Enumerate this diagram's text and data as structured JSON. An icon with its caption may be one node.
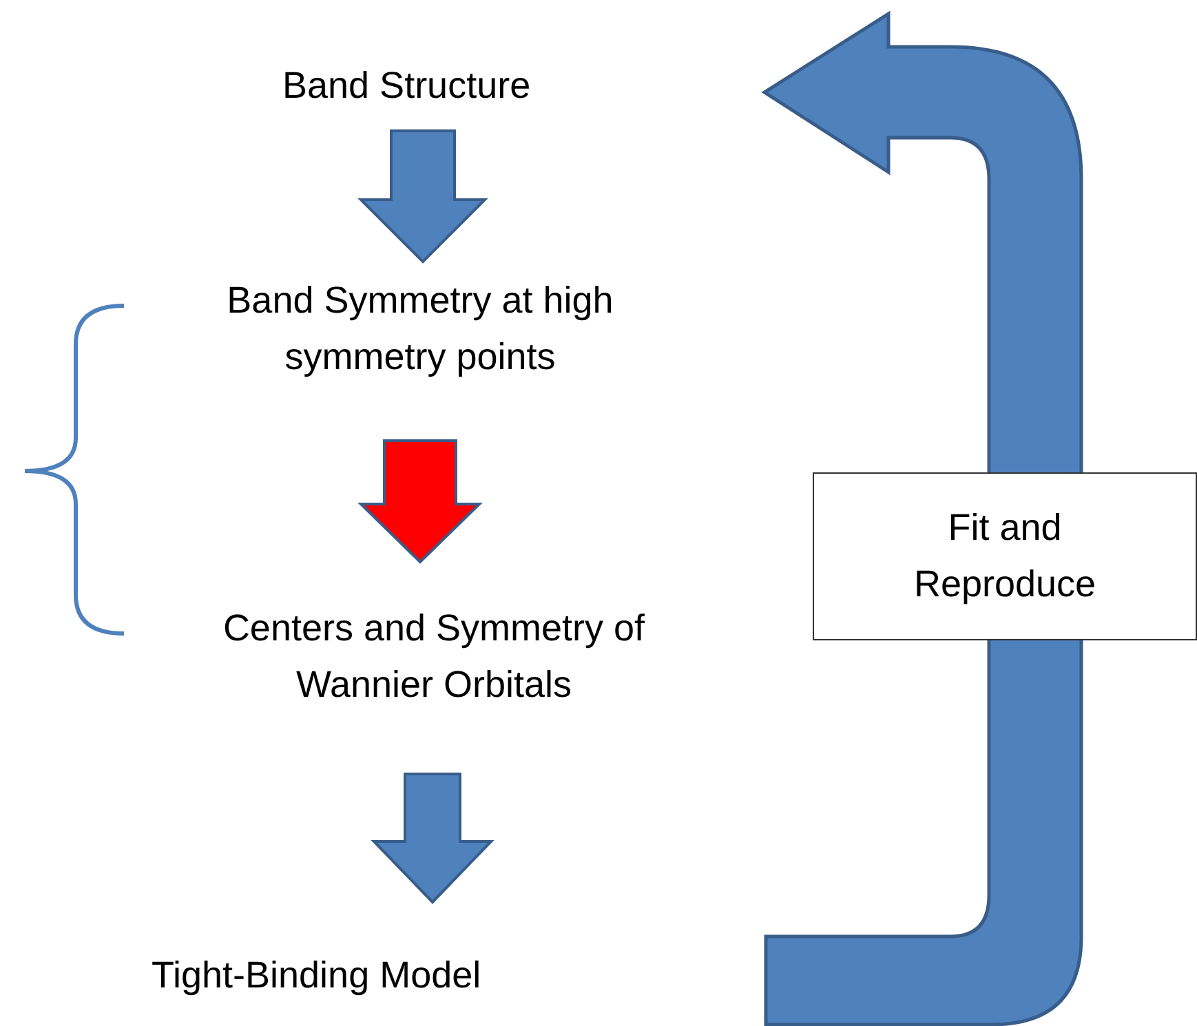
{
  "diagram": {
    "nodes": [
      {
        "text": [
          "Band Structure"
        ]
      },
      {
        "text": [
          "Band Symmetry at high symmetry points"
        ]
      },
      {
        "text": [
          "Centers and Symmetry of Wannier Orbitals"
        ]
      },
      {
        "text": [
          "Tight-Binding Model"
        ]
      }
    ],
    "edges": [
      {
        "from": 0,
        "to": 1,
        "arrow": "to"
      },
      {
        "from": 1,
        "to": 2,
        "arrow": "to",
        "color": "#ff0000"
      },
      {
        "from": 2,
        "to": 3,
        "arrow": "to"
      },
      {
        "from": 3,
        "to": 0,
        "arrow": "to",
        "label": "Fit and Reproduce",
        "style": "thick"
      }
    ]
  }
}
